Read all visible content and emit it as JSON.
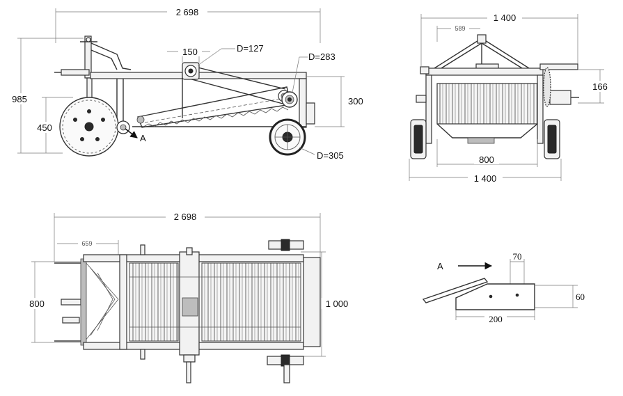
{
  "side_view": {
    "overall_length": "2 698",
    "height": "985",
    "wheel_height": "450",
    "sprocket_spacing": "150",
    "small_sprocket": "D=127",
    "large_sprocket": "D=283",
    "frame_height": "300",
    "rear_wheel": "D=305",
    "detail_ref": "A"
  },
  "front_view": {
    "overall_width_top": "1 400",
    "inner_width": "589",
    "offset": "166",
    "conveyor_width": "800",
    "overall_width_bottom": "1 400"
  },
  "top_view": {
    "overall_length": "2 698",
    "front_offset": "659",
    "width": "800",
    "overall_width": "1 000"
  },
  "detail_a": {
    "ref": "A",
    "top_width": "70",
    "height": "60",
    "length": "200"
  }
}
